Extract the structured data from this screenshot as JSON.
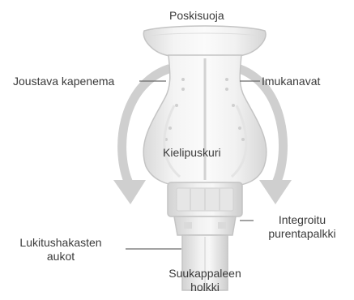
{
  "labels": {
    "cheek_guard": "Poskisuoja",
    "flexible_taper": "Joustava kapenema",
    "suction_channels": "Imukanavat",
    "tongue_bumper": "Kielipuskuri",
    "bite_bar_line1": "Integroitu",
    "bite_bar_line2": "purentapalkki",
    "lock_holes_line1": "Lukitushakasten",
    "lock_holes_line2": "aukot",
    "mouthpiece_line1": "Suukappaleen",
    "mouthpiece_line2": "holkki"
  },
  "colors": {
    "arrow": "#cfcfcf",
    "leader_line": "#6a6a6a",
    "device_fill": "#eeeeee",
    "device_edge": "#c4c4c4",
    "text": "#3a3a3a"
  }
}
